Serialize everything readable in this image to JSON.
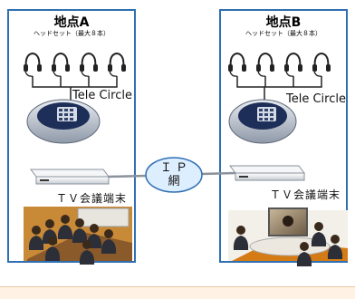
{
  "sites": [
    {
      "title": "地点A",
      "headset_note": "ヘッドセット（最大８本）",
      "device_label": "Tele Circle",
      "endpoint_label": "ＴＶ会議端末"
    },
    {
      "title": "地点B",
      "headset_note": "ヘッドセット（最大８本）",
      "device_label": "Tele Circle",
      "endpoint_label": "ＴＶ会議端末"
    }
  ],
  "network": {
    "line1": "Ｉ Ｐ",
    "line2": "網"
  },
  "colors": {
    "panel_border": "#2f6fb3",
    "network_fill": "#ddeeff",
    "bottom_band": "#fff1e3"
  }
}
